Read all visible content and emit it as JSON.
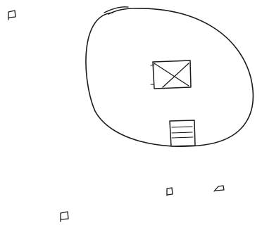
{
  "sketch": {
    "ink_color": "#1a1a1a",
    "background": "#ffffff",
    "shapes": [
      "large-oval-boundary",
      "crossed-square-center",
      "lined-rectangle-bottom",
      "small-flag-mark"
    ],
    "small_mark_count": 4
  }
}
